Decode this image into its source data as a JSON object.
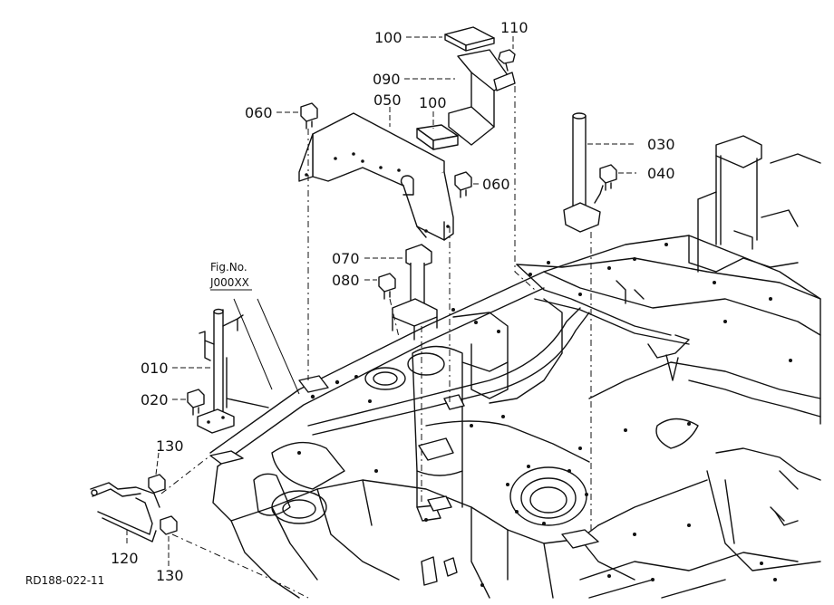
{
  "parts": [
    {
      "ref": "100"
    },
    {
      "ref": "110"
    },
    {
      "ref": "090"
    },
    {
      "ref": "060"
    },
    {
      "ref": "050"
    },
    {
      "ref": "100"
    },
    {
      "ref": "030"
    },
    {
      "ref": "040"
    },
    {
      "ref": "060"
    },
    {
      "ref": "070"
    },
    {
      "ref": "080"
    },
    {
      "ref": "010"
    },
    {
      "ref": "020"
    },
    {
      "ref": "130"
    },
    {
      "ref": "120"
    },
    {
      "ref": "130"
    }
  ],
  "figure_ref": {
    "line1": "Fig.No.",
    "line2": "J000XX"
  },
  "drawing_code": "RD188-022-11"
}
